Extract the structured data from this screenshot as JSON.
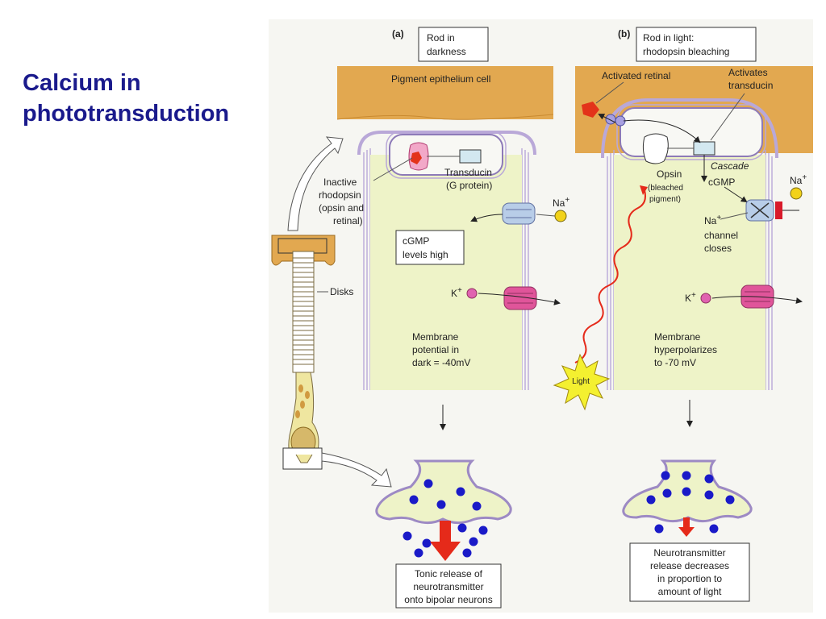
{
  "slide": {
    "title_line1": "Calcium in",
    "title_line2": "phototransduction"
  },
  "panel_a": {
    "tag": "(a)",
    "title_line1": "Rod in",
    "title_line2": "darkness",
    "epithelium": "Pigment epithelium cell",
    "inactive_1": "Inactive",
    "inactive_2": "rhodopsin",
    "inactive_3": "(opsin and",
    "inactive_4": "retinal)",
    "transducin_1": "Transducin",
    "transducin_2": "(G protein)",
    "na": "Na",
    "k": "K",
    "cgmp_1": "cGMP",
    "cgmp_2": "levels high",
    "disks": "Disks",
    "membrane_1": "Membrane",
    "membrane_2": "potential in",
    "membrane_3": "dark = -40mV",
    "release_1": "Tonic release of",
    "release_2": "neurotransmitter",
    "release_3": "onto bipolar neurons"
  },
  "panel_b": {
    "tag": "(b)",
    "title_line1": "Rod in light:",
    "title_line2": "rhodopsin bleaching",
    "activated_retinal": "Activated retinal",
    "activates_1": "Activates",
    "activates_2": "transducin",
    "cascade": "Cascade",
    "opsin_1": "Opsin",
    "opsin_2": "(bleached",
    "opsin_3": "pigment)",
    "cgmp": "cGMP",
    "na": "Na",
    "k": "K",
    "channel_1": "Na",
    "channel_2": "channel",
    "channel_3": "closes",
    "light": "Light",
    "membrane_1": "Membrane",
    "membrane_2": "hyperpolarizes",
    "membrane_3": "to -70 mV",
    "release_1": "Neurotransmitter",
    "release_2": "release decreases",
    "release_3": "in proportion to",
    "release_4": "amount of light"
  },
  "superscript_plus": "+",
  "colors": {
    "title": "#1a1a8c",
    "epithelium": "#e2a850",
    "cell_fill": "#eef3c8",
    "membrane": "#b9a8d8",
    "vesicle": "#1a1ac8",
    "arrow_red": "#e52a1a",
    "light_star": "#f4f030",
    "channel_na": "#b8cde8",
    "channel_k": "#e0559a"
  }
}
